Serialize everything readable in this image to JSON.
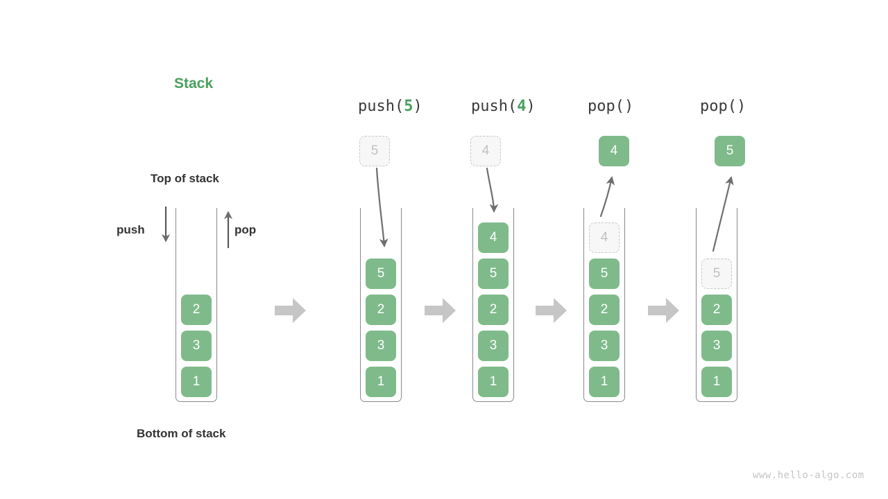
{
  "diagram": {
    "title": "Stack",
    "title_color": "#47a05c",
    "top_label": "Top of stack",
    "bottom_label": "Bottom of stack",
    "push_label": "push",
    "pop_label": "pop",
    "watermark": "www.hello-algo.com",
    "cell_color": "#7fba8b",
    "ghost_border_color": "#c6c6c6",
    "arrow_color": "#6e6e6e",
    "separator_color": "#c6c6c6"
  },
  "operations": [
    {
      "id": "push5",
      "prefix": "push(",
      "value": "5",
      "suffix": ")"
    },
    {
      "id": "push4",
      "prefix": "push(",
      "value": "4",
      "suffix": ")"
    },
    {
      "id": "pop1",
      "prefix": "pop()",
      "value": "",
      "suffix": ""
    },
    {
      "id": "pop2",
      "prefix": "pop()",
      "value": "",
      "suffix": ""
    }
  ],
  "stacks": [
    {
      "id": "initial",
      "caption": "",
      "cells": [
        {
          "value": "2",
          "state": "solid"
        },
        {
          "value": "3",
          "state": "solid"
        },
        {
          "value": "1",
          "state": "solid"
        }
      ]
    },
    {
      "id": "after-push-5",
      "caption": "push(5)",
      "floating": {
        "value": "5",
        "state": "ghost",
        "direction": "down"
      },
      "cells": [
        {
          "value": "5",
          "state": "solid"
        },
        {
          "value": "2",
          "state": "solid"
        },
        {
          "value": "3",
          "state": "solid"
        },
        {
          "value": "1",
          "state": "solid"
        }
      ]
    },
    {
      "id": "after-push-4",
      "caption": "push(4)",
      "floating": {
        "value": "4",
        "state": "ghost",
        "direction": "down"
      },
      "cells": [
        {
          "value": "4",
          "state": "solid"
        },
        {
          "value": "5",
          "state": "solid"
        },
        {
          "value": "2",
          "state": "solid"
        },
        {
          "value": "3",
          "state": "solid"
        },
        {
          "value": "1",
          "state": "solid"
        }
      ]
    },
    {
      "id": "after-pop-4",
      "caption": "pop()",
      "floating": {
        "value": "4",
        "state": "solid",
        "direction": "up"
      },
      "cells": [
        {
          "value": "4",
          "state": "ghost"
        },
        {
          "value": "5",
          "state": "solid"
        },
        {
          "value": "2",
          "state": "solid"
        },
        {
          "value": "3",
          "state": "solid"
        },
        {
          "value": "1",
          "state": "solid"
        }
      ]
    },
    {
      "id": "after-pop-5",
      "caption": "pop()",
      "floating": {
        "value": "5",
        "state": "solid",
        "direction": "up"
      },
      "cells": [
        {
          "value": "5",
          "state": "ghost"
        },
        {
          "value": "2",
          "state": "solid"
        },
        {
          "value": "3",
          "state": "solid"
        },
        {
          "value": "1",
          "state": "solid"
        }
      ]
    }
  ]
}
